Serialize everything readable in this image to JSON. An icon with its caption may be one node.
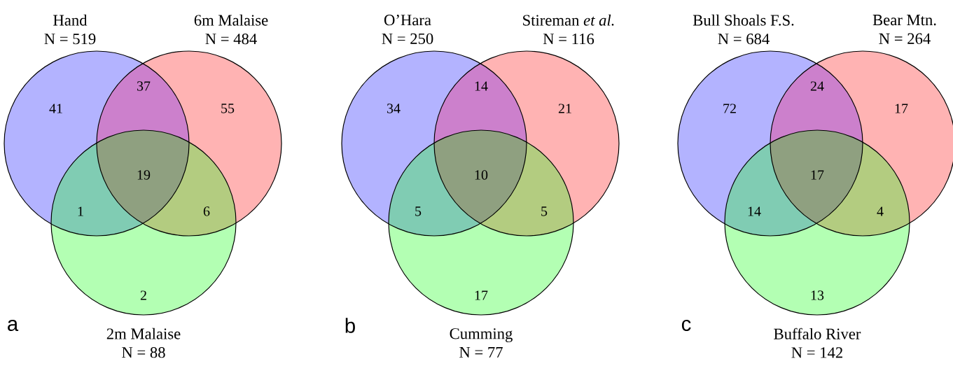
{
  "diagram": {
    "nodes": [
      {
        "text": [
          "Hand",
          "N = 519"
        ]
      },
      {
        "text": [
          "6m Malaise",
          "N = 484"
        ]
      },
      {
        "text": [
          "2m Malaise",
          "N = 88"
        ]
      },
      {
        "text": [
          "O’Hara",
          "N = 250"
        ]
      },
      {
        "text": [
          "Stireman *et al.*",
          "N = 116"
        ]
      },
      {
        "text": [
          "Cumming",
          "N = 77"
        ]
      },
      {
        "text": [
          "Bull Shoals F.S.",
          "N = 684"
        ]
      },
      {
        "text": [
          "Bear Mtn.",
          "N = 264"
        ]
      },
      {
        "text": [
          "Buffalo River",
          "N = 142"
        ]
      }
    ],
    "labels": [
      "41",
      "37",
      "55",
      "19",
      "1",
      "6",
      "2",
      "a",
      "34",
      "14",
      "21",
      "10",
      "5",
      "5",
      "17",
      "b",
      "72",
      "24",
      "17",
      "17",
      "14",
      "4",
      "13",
      "c"
    ]
  }
}
